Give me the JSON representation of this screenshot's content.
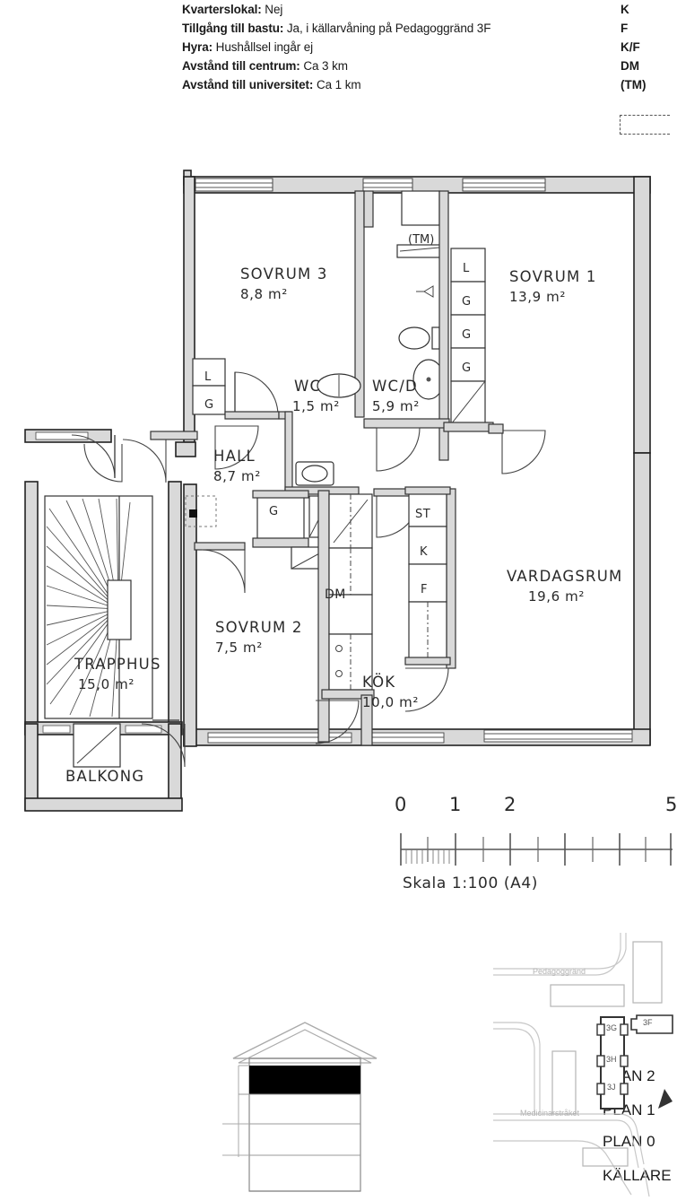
{
  "header": {
    "cropped_line": "",
    "rows": [
      {
        "key": "Kvarterslokal: ",
        "value": "Nej"
      },
      {
        "key": "Tillgång till bastu: ",
        "value": "Ja, i källarvåning på Pedagoggränd 3F"
      },
      {
        "key": "Hyra: ",
        "value": "Hushållsel ingår ej"
      },
      {
        "key": "Avstånd till centrum: ",
        "value": "Ca 3 km"
      },
      {
        "key": "Avstånd till universitet: ",
        "value": "Ca 1 km"
      }
    ]
  },
  "legend": {
    "items": [
      "K",
      "F",
      "K/F",
      "DM",
      "(TM)"
    ]
  },
  "floorplan": {
    "rooms": [
      {
        "name": "SOVRUM 3",
        "area": "8,8 m²"
      },
      {
        "name": "SOVRUM 1",
        "area": "13,9 m²"
      },
      {
        "name": "WC",
        "area": "1,5 m²"
      },
      {
        "name": "WC/D",
        "area": "5,9 m²"
      },
      {
        "name": "HALL",
        "area": "8,7 m²"
      },
      {
        "name": "SOVRUM 2",
        "area": "7,5 m²"
      },
      {
        "name": "KÖK",
        "area": "10,0 m²"
      },
      {
        "name": "VARDAGSRUM",
        "area": "19,6 m²"
      },
      {
        "name": "TRAPPHUS",
        "area": "15,0 m²"
      },
      {
        "name": "BALKONG",
        "area": ""
      }
    ],
    "tags": [
      "L",
      "G",
      "(TM)",
      "L",
      "G",
      "G",
      "G",
      "G",
      "DM",
      "ST",
      "K",
      "F"
    ]
  },
  "scale": {
    "labels": [
      "0",
      "1",
      "2",
      "5"
    ],
    "caption": "Skala 1:100 (A4)"
  },
  "section": {
    "levels": [
      "PLAN 2",
      "PLAN 1",
      "PLAN 0",
      "KÄLLARE"
    ]
  },
  "sitemap": {
    "streets": [
      "Pedagoggränd",
      "Medicinarstråket"
    ],
    "entrances": [
      "3G",
      "3H",
      "3J",
      "3F"
    ]
  }
}
